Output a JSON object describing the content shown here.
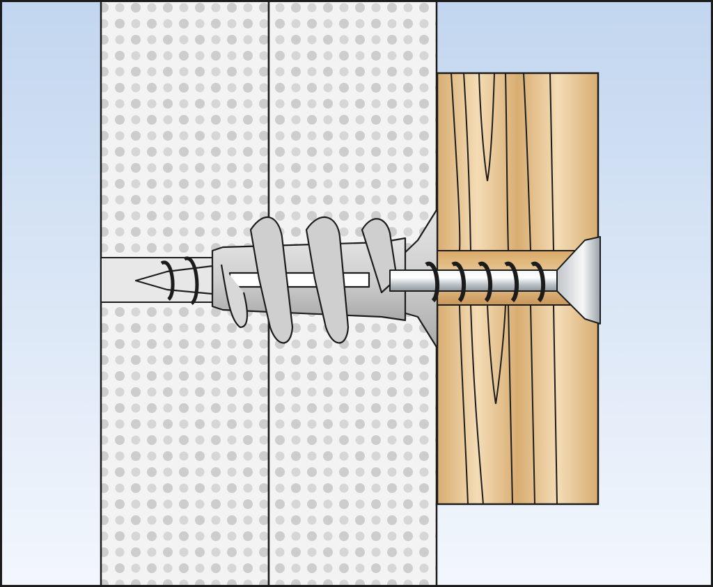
{
  "figure": {
    "kind": "technical-illustration",
    "subject": "drywall-anchor-mounting-wood-batten"
  },
  "parts": [
    {
      "id": "background-wall-cavity",
      "color": "#c9dcf2"
    },
    {
      "id": "plasterboard-layer-1",
      "color": "#f2f2f2",
      "dots": "#cfcfcf"
    },
    {
      "id": "plasterboard-layer-2",
      "color": "#f2f2f2",
      "dots": "#cfcfcf"
    },
    {
      "id": "wood-batten",
      "color": "#e9c99a"
    },
    {
      "id": "drywall-anchor",
      "color": "#c4c4c4"
    },
    {
      "id": "wood-screw",
      "color": "#d9dde0"
    }
  ],
  "colors": {
    "outline": "#1b1b1b",
    "sky_top": "#c2d6ef",
    "sky_bottom": "#f3f7fd",
    "board": "#f3f3f3",
    "dot": "#cdcdcd",
    "wood_light": "#f4dcb5",
    "wood_dark": "#d8ad72",
    "bore": "#c99657",
    "plastic": "#c2c2c2",
    "plastic_light": "#e2e2e2",
    "steel": "#e6e9ec",
    "steel_dark": "#8f979d"
  }
}
